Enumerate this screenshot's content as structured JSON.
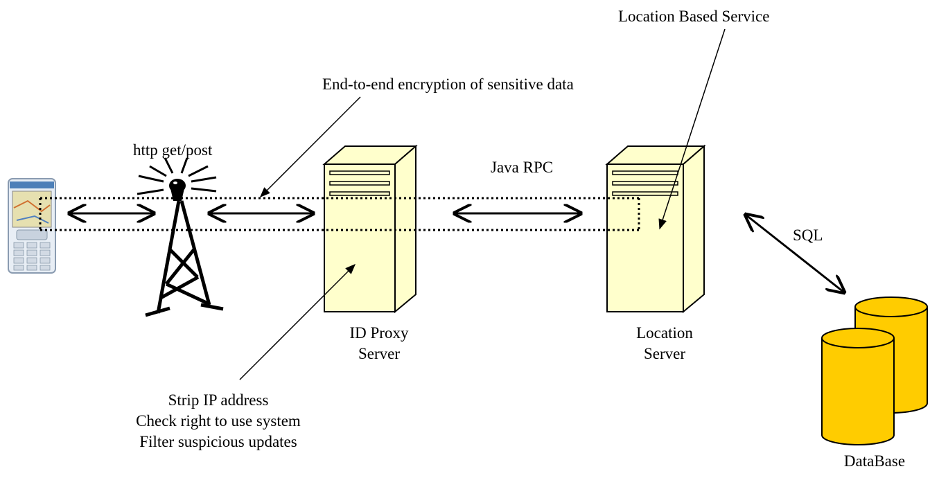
{
  "labels": {
    "location_based_service": "Location Based Service",
    "encryption": "End-to-end encryption of sensitive data",
    "http": "http get/post",
    "java_rpc": "Java RPC",
    "sql": "SQL",
    "id_proxy_line1": "ID Proxy",
    "id_proxy_line2": "Server",
    "location_server_line1": "Location",
    "location_server_line2": "Server",
    "proxy_duties": [
      "Strip IP address",
      "Check right to use system",
      "Filter suspicious updates"
    ],
    "database": "DataBase"
  },
  "icons": {
    "phone": "mobile-phone-icon",
    "tower": "radio-tower-icon",
    "proxy": "server-tower-icon",
    "location": "server-tower-icon",
    "database": "database-cylinders-icon"
  },
  "colors": {
    "server_fill": "#ffffcc",
    "database_fill": "#ffcc00",
    "stroke": "#000000"
  }
}
